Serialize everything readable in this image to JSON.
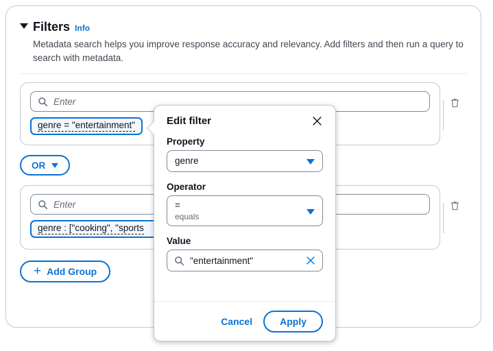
{
  "panel": {
    "title": "Filters",
    "info_label": "Info",
    "description": "Metadata search helps you improve response accuracy and relevancy. Add filters and then run a query to search with metadata.",
    "collapse_icon": "caret-down-icon"
  },
  "groups": [
    {
      "search": {
        "placeholder": "Enter",
        "icon": "search-icon"
      },
      "chip": {
        "label": "genre = \"entertainment\"",
        "selected": true
      },
      "delete_icon": "trash-icon"
    },
    {
      "search": {
        "placeholder": "Enter",
        "icon": "search-icon"
      },
      "chip": {
        "label": "genre : [\"cooking\", \"sports",
        "selected": true
      },
      "delete_icon": "trash-icon"
    }
  ],
  "join_operator": {
    "label": "OR",
    "caret_icon": "caret-down-icon"
  },
  "add_group": {
    "label": "Add Group",
    "icon": "plus-icon"
  },
  "popover": {
    "title": "Edit filter",
    "close_icon": "close-icon",
    "property": {
      "label": "Property",
      "value": "genre",
      "caret_icon": "caret-down-icon"
    },
    "operator": {
      "label": "Operator",
      "value": "=",
      "value_description": "equals",
      "caret_icon": "caret-down-icon"
    },
    "value": {
      "label": "Value",
      "text": "\"entertainment\"",
      "search_icon": "search-icon",
      "clear_icon": "close-icon"
    },
    "cancel_label": "Cancel",
    "apply_label": "Apply"
  },
  "colors": {
    "accent_blue": "#0972d3",
    "text_primary": "#0f141a",
    "text_secondary": "#424650",
    "border": "#c6c6cd",
    "input_border": "#7d8998",
    "chip_bg": "#f2f8fd"
  }
}
